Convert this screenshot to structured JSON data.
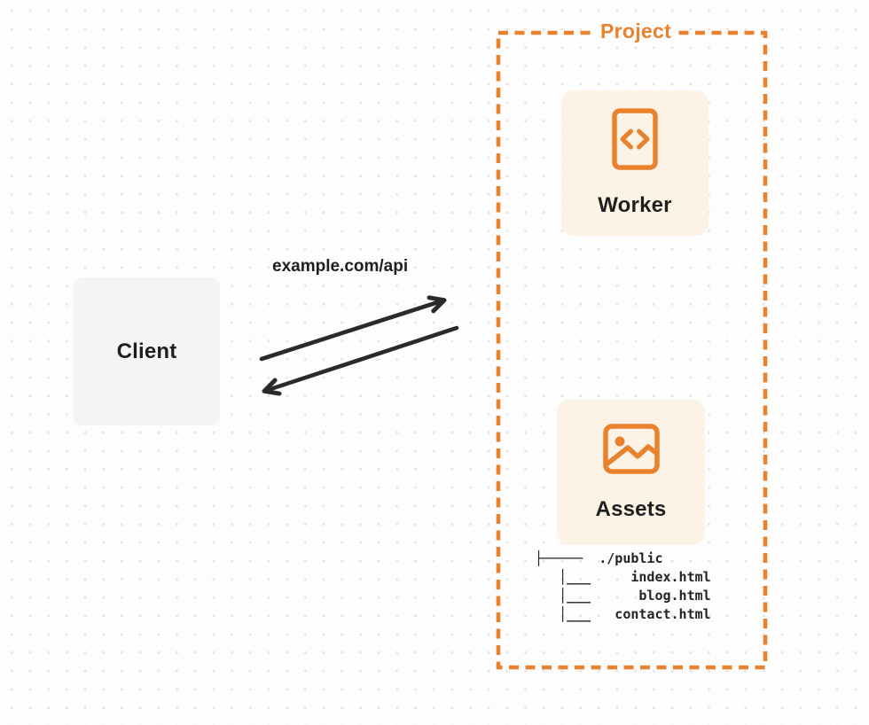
{
  "colors": {
    "accent_orange": "#E8822D",
    "panel_cream": "#FCF2E5",
    "client_gray": "#F4F4F5",
    "ink": "#1F1F20",
    "arrow_dark": "#2A2A2A",
    "background": "#FDFDFD",
    "dot_grid": "#E4E4E4"
  },
  "client": {
    "label": "Client"
  },
  "request": {
    "label": "example.com/api"
  },
  "project": {
    "label": "Project",
    "worker": {
      "label": "Worker",
      "icon": "code-file-icon"
    },
    "assets": {
      "label": "Assets",
      "icon": "image-icon",
      "tree": {
        "root": "./public",
        "files": [
          "index.html",
          "blog.html",
          "contact.html"
        ],
        "text": "├─────  ./public\n   │___     index.html\n   │___      blog.html\n   │___   contact.html"
      }
    }
  }
}
